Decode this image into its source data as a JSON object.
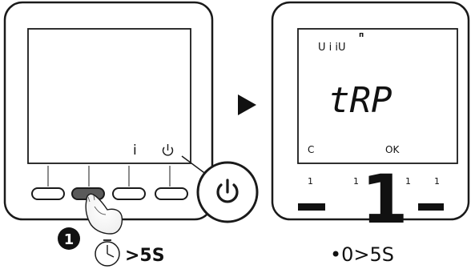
{
  "left_device": {
    "info_key": "i",
    "power_symbol": "power-icon",
    "step_number": "1",
    "hold_time": ">5S"
  },
  "arrow_icon": "right-triangle-arrow",
  "right_device": {
    "status_text": "U  i   iU",
    "main_text": "tRP",
    "left_label": "C",
    "right_label": "OK",
    "ticks": [
      "1",
      "1",
      "1",
      "1"
    ],
    "big_digit": "1",
    "hold_time": "•0>5S"
  },
  "colors": {
    "outline": "#1a1a1a",
    "panel": "#ffffff",
    "pressed_button": "#5a5a5a"
  }
}
